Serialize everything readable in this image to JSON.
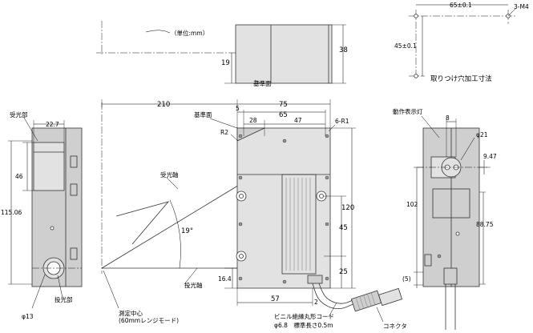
{
  "top_view": {
    "unit_note": "（単位:mm）",
    "height_label": "38",
    "offset_label": "19",
    "reference_label": "基準面"
  },
  "mounting": {
    "holes_label": "3-M4",
    "horizontal_label": "65±0.1",
    "vertical_label": "45±0.1",
    "title": "取りつけ穴加工寸法"
  },
  "front_view": {
    "overall_label": "210",
    "width_label": "75",
    "offset_5_label": "5",
    "width_65_label": "65",
    "reference_label": "基準面",
    "r2_label": "R2",
    "hole_28_label": "28",
    "hole_47_label": "47",
    "r1_label": "6-R1",
    "height_120_label": "120",
    "mid_45_label": "45",
    "bottom_25_label": "25",
    "bottom_16_label": "16.4",
    "bottom_57_label": "57",
    "small_2_label": "2",
    "receive_axis_label": "受光軸",
    "emit_axis_label": "投光軸",
    "angle_label": "19°",
    "measure_center_label": "測定中心",
    "measure_range_label": "(60mmレンジモード)",
    "cable_label": "ビニル絶縁丸形コード",
    "cable_spec_label": "φ6.8　標準長さ0.5m",
    "connector_label": "コネクタ"
  },
  "left_view": {
    "receiver_label": "受光部",
    "width_label": "22.7",
    "dim_46_label": "46",
    "dim_115_label": "115.06",
    "emitter_label": "投光部",
    "diameter_label": "φ13"
  },
  "side_view": {
    "indicator_label": "動作表示灯",
    "dim_8_label": "8",
    "diameter_label": "φ21",
    "dim_947_label": "9.47",
    "dim_102_label": "102",
    "dim_8875_label": "88.75",
    "dim_5_label": "(5)"
  }
}
